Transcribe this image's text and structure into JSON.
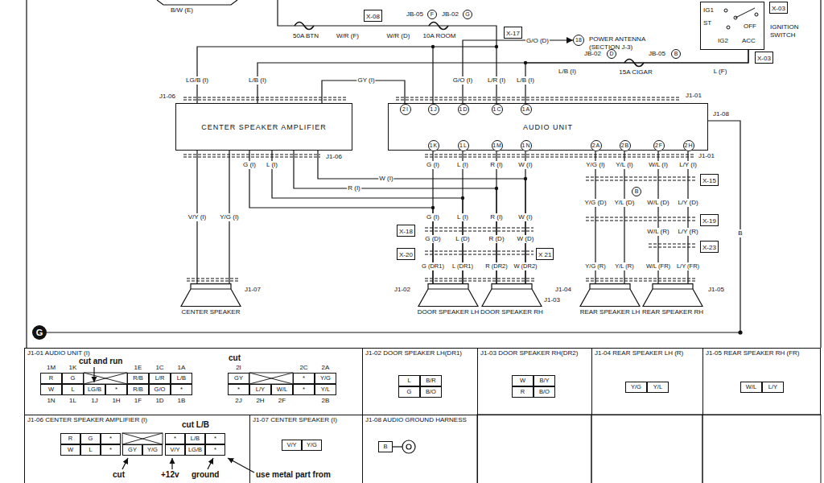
{
  "diagram": {
    "nodes": [
      {
        "text": [
          "IGNITION SWITCH"
        ]
      },
      {
        "text": [
          "CENTER SPEAKER AMPLIFIER"
        ]
      },
      {
        "text": [
          "AUDIO UNIT"
        ]
      },
      {
        "text": [
          "2I"
        ],
        "in": 2
      },
      {
        "text": [
          "1J"
        ],
        "in": 2
      },
      {
        "text": [
          "1D"
        ],
        "in": 2
      },
      {
        "text": [
          "1C"
        ],
        "in": 2
      },
      {
        "text": [
          "1A"
        ],
        "in": 2
      },
      {
        "text": [
          "1K"
        ],
        "in": 2
      },
      {
        "text": [
          "1L"
        ],
        "in": 2
      },
      {
        "text": [
          "1M"
        ],
        "in": 2
      },
      {
        "text": [
          "1N"
        ],
        "in": 2
      },
      {
        "text": [
          "2A"
        ],
        "in": 2
      },
      {
        "text": [
          "2B"
        ],
        "in": 2
      },
      {
        "text": [
          "2F"
        ],
        "in": 2
      },
      {
        "text": [
          "2H"
        ],
        "in": 2
      },
      {
        "text": [
          "CENTER SPEAKER"
        ]
      },
      {
        "text": [
          "DOOR SPEAKER LH"
        ]
      },
      {
        "text": [
          "DOOR SPEAKER RH"
        ]
      },
      {
        "text": [
          "REAR SPEAKER LH"
        ]
      },
      {
        "text": [
          "REAR SPEAKER RH"
        ]
      },
      {
        "text": [
          "X-08"
        ]
      },
      {
        "text": [
          "X-17"
        ]
      },
      {
        "text": [
          "X-03"
        ]
      },
      {
        "text": [
          "X-03"
        ]
      },
      {
        "text": [
          "X-15"
        ]
      },
      {
        "text": [
          "X-19"
        ]
      },
      {
        "text": [
          "X-23"
        ]
      },
      {
        "text": [
          "X-18"
        ]
      },
      {
        "text": [
          "X-20"
        ]
      },
      {
        "text": [
          "X 21"
        ]
      },
      {
        "text": [
          "18"
        ]
      },
      {
        "text": [
          "G"
        ]
      },
      {
        "text": [
          "J1-01 AUDIO UNIT (I)"
        ]
      },
      {
        "text": [
          "J1-02 DOOR SPEAKER LH(DR1)"
        ]
      },
      {
        "text": [
          "J1-03 DOOR SPEAKER RH(DR2)"
        ]
      },
      {
        "text": [
          "J1-04 REAR SPEAKER LH (R)"
        ]
      },
      {
        "text": [
          "J1-05 REAR SPEAKER RH (FR)"
        ]
      },
      {
        "text": [
          "J1-06 CENTER SPEAKER AMPLIFIER (I)"
        ]
      },
      {
        "text": [
          "J1-07 CENTER SPEAKER (I)"
        ]
      },
      {
        "text": [
          "J1-08 AUDIO GROUND HARNESS"
        ]
      }
    ],
    "edges": [
      {
        "from": 1,
        "to": 3,
        "arrow": "none",
        "label": "GY (I)"
      },
      {
        "from": 5,
        "to": 31,
        "arrow": "to",
        "label": "G/O (D)"
      },
      {
        "from": 1,
        "to": 0,
        "arrow": "none",
        "label": "L/B (I)"
      },
      {
        "from": 7,
        "to": 0,
        "arrow": "none",
        "label": "L/B (I)"
      },
      {
        "from": 8,
        "to": 17,
        "arrow": "none",
        "label": "G (I)"
      },
      {
        "from": 9,
        "to": 17,
        "arrow": "none",
        "label": "L (I)"
      },
      {
        "from": 10,
        "to": 18,
        "arrow": "none",
        "label": "R (I)"
      },
      {
        "from": 11,
        "to": 18,
        "arrow": "none",
        "label": "W (I)"
      },
      {
        "from": 12,
        "to": 19,
        "arrow": "none",
        "label": "Y/G (I)"
      },
      {
        "from": 13,
        "to": 19,
        "arrow": "none",
        "label": "Y/L (I)"
      },
      {
        "from": 14,
        "to": 20,
        "arrow": "none",
        "label": "W/L (I)"
      },
      {
        "from": 15,
        "to": 20,
        "arrow": "none",
        "label": "L/Y (I)"
      },
      {
        "from": 1,
        "to": 16,
        "arrow": "none",
        "label": "V/Y (I)"
      },
      {
        "from": 1,
        "to": 16,
        "arrow": "none",
        "label": "Y/G (I)"
      },
      {
        "from": 1,
        "to": 17,
        "arrow": "none",
        "label": "G (I)"
      },
      {
        "from": 1,
        "to": 17,
        "arrow": "none",
        "label": "L (I)"
      },
      {
        "from": 1,
        "to": 18,
        "arrow": "none",
        "label": "R (I)"
      },
      {
        "from": 1,
        "to": 18,
        "arrow": "none",
        "label": "W (I)"
      },
      {
        "from": 2,
        "to": 32,
        "arrow": "none",
        "label": "B"
      }
    ],
    "labels": [
      "B/W (E)",
      "50A BTN",
      "W/R (F)",
      "W/R (D)",
      "JB-05",
      "F",
      "JB-02",
      "G",
      "10A ROOM",
      "POWER ANTENNA (SECTION J-3)",
      "IG1",
      "ST",
      "OFF",
      "IG2",
      "ACC",
      "L/B (I)",
      "JB-02",
      "D",
      "15A CIGAR",
      "JB-05",
      "B",
      "L (F)",
      "LG/B (I)",
      "J1-06",
      "J1-01",
      "G/O (I)",
      "L/R (I)",
      "J1-08",
      "J1-06",
      "J1-01",
      "G (I)",
      "L (I)",
      "R (I)",
      "W (I)",
      "G (D)",
      "L (D)",
      "R (D)",
      "W (D)",
      "G (DR1)",
      "L (DR1)",
      "R (DR2)",
      "W (DR2)",
      "B",
      "Y/G (D)",
      "Y/L (D)",
      "W/L (D)",
      "L/Y (D)",
      "W/L (R)",
      "L/Y (R)",
      "Y/G (R)",
      "Y/L (R)",
      "W/L (FR)",
      "L/Y (FR)",
      "J1-07",
      "J1-02",
      "J1-03",
      "J1-04",
      "J1-05",
      "cut and run",
      "1M",
      "1K",
      "1E",
      "1C",
      "1A",
      "R",
      "G",
      "R/B",
      "L/R",
      "L/B",
      "W",
      "L",
      "LG/B",
      "*",
      "R/B",
      "G/O",
      "*",
      "1N",
      "1L",
      "1J",
      "1H",
      "1F",
      "1D",
      "1B",
      "cut",
      "2I",
      "2C",
      "2A",
      "GY",
      "*",
      "Y/G",
      "*",
      "L/Y",
      "W/L",
      "*",
      "Y/L",
      "2J",
      "2H",
      "2F",
      "2B",
      "L",
      "B/R",
      "G",
      "B/O",
      "W",
      "B/Y",
      "R",
      "B/O",
      "Y/G",
      "Y/L",
      "W/L",
      "L/Y",
      "cut L/B",
      "R",
      "G",
      "*",
      "*",
      "L/B",
      "*",
      "W",
      "L",
      "*",
      "GY",
      "Y/G",
      "V/Y",
      "LG/B",
      "*",
      "cut",
      "+12v",
      "ground",
      "use metal part from",
      "V/Y",
      "Y/G",
      "B"
    ]
  }
}
